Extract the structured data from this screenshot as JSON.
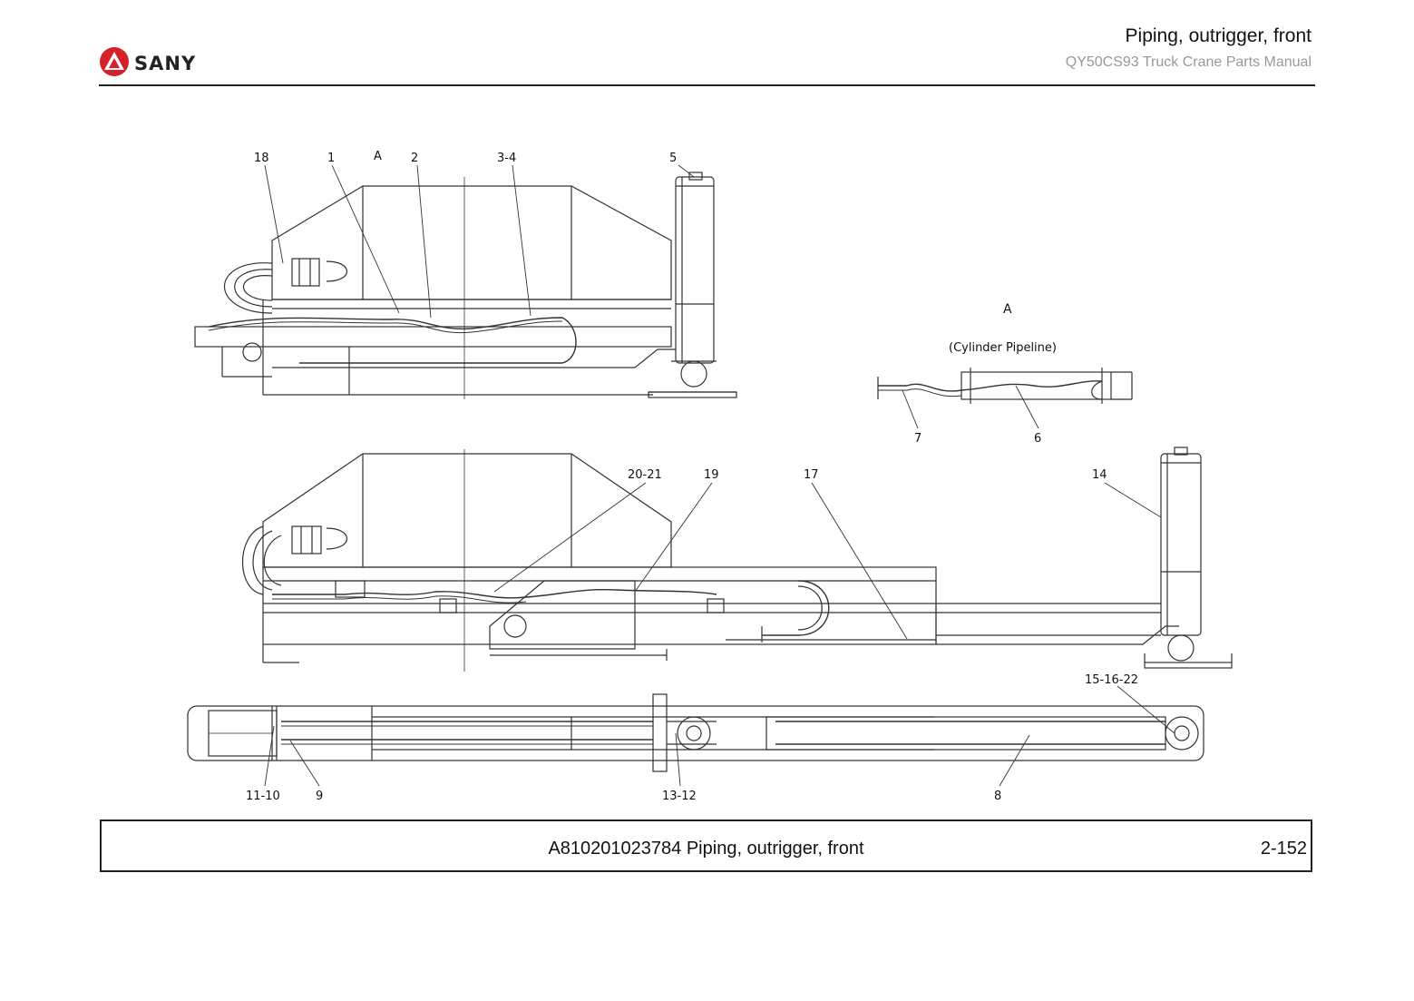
{
  "brand": {
    "name": "SANY",
    "accent_color": "#d4212a"
  },
  "header": {
    "title": "Piping, outrigger, front",
    "subtitle": "QY50CS93 Truck Crane  Parts Manual"
  },
  "diagram": {
    "view_a": {
      "label": "A",
      "caption": "(Cylinder Pipeline)"
    },
    "callouts": {
      "c18": "18",
      "c1": "1",
      "cA": "A",
      "c2": "2",
      "c3_4": "3-4",
      "c5": "5",
      "c7": "7",
      "c6": "6",
      "c20_21": "20-21",
      "c19": "19",
      "c17": "17",
      "c14": "14",
      "c15_16_22": "15-16-22",
      "c11_10": "11-10",
      "c9": "9",
      "c13_12": "13-12",
      "c8": "8"
    }
  },
  "footer": {
    "caption": "A810201023784 Piping, outrigger, front",
    "page_number": "2-152"
  }
}
